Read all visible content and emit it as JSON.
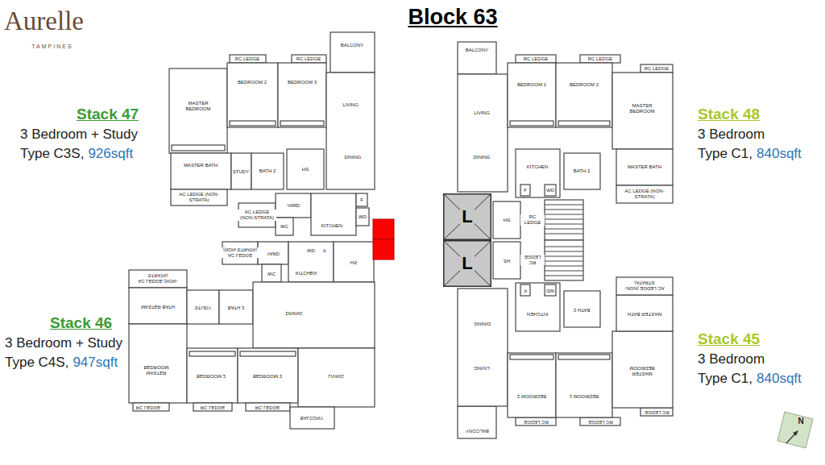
{
  "diagram": {
    "title": "Block 63",
    "nodes": [
      {
        "text": [
          "L"
        ]
      },
      {
        "text": [
          "L"
        ]
      },
      {
        "text": [
          "N"
        ]
      }
    ],
    "labels": [
      "Aurelle",
      "TAMPINES",
      "Stack 47",
      "3 Bedroom + Study",
      "Type C3S,",
      "926sqft",
      "BALCONY",
      "RC LEDGE",
      "RC LEDGE",
      "MASTER BEDROOM",
      "BEDROOM 2",
      "BEDROOM 3",
      "LIVING",
      "DINING",
      "MASTER BATH",
      "STUDY",
      "BATH 2",
      "HS",
      "AC LEDGE (NON-STRATA)",
      "YARD",
      "AC LEDGE (NON-STRATA)",
      "KITCHEN",
      "WC",
      "F",
      "WD",
      "Stack 48",
      "3 Bedroom",
      "Type C1,",
      "840sqft",
      "BALCONY",
      "RC LEDGE",
      "RC LEDGE",
      "RC LEDGE",
      "BEDROOM 1",
      "BEDROOM 2",
      "LIVING",
      "MASTER BEDROOM",
      "DINING",
      "KITCHEN",
      "BATH 2",
      "MASTER BATH",
      "F",
      "WD",
      "AC LEDGE (NON-STRATA)",
      "HS",
      "RC LEDGE",
      "Stack 46",
      "3 Bedroom + Study",
      "Type C4S,",
      "947sqft",
      "AC LEDGE (NON-STRATA)",
      "YARD",
      "WC",
      "KITCHEN",
      "WD",
      "F",
      "HS",
      "AC LEDGE (NON-STRATA)",
      "MASTER BATH",
      "STUDY",
      "BATH 2",
      "DINING",
      "MASTER BEDROOM",
      "BEDROOM 2",
      "BEDROOM 3",
      "LIVING",
      "RC LEDGE",
      "RC LEDGE",
      "RC LEDGE",
      "BALCONY",
      "Stack 45",
      "3 Bedroom",
      "Type C1,",
      "840sqft",
      "HS",
      "RC LEDGE",
      "F",
      "WD",
      "AC LEDGE (NON-STRATA)",
      "KITCHEN",
      "BATH 2",
      "MASTER BATH",
      "DINING",
      "MASTER BEDROOM",
      "LIVING",
      "BEDROOM 2",
      "BEDROOM 1",
      "RC LEDGE",
      "RC LEDGE",
      "RC LEDGE",
      "BALCONY"
    ]
  }
}
